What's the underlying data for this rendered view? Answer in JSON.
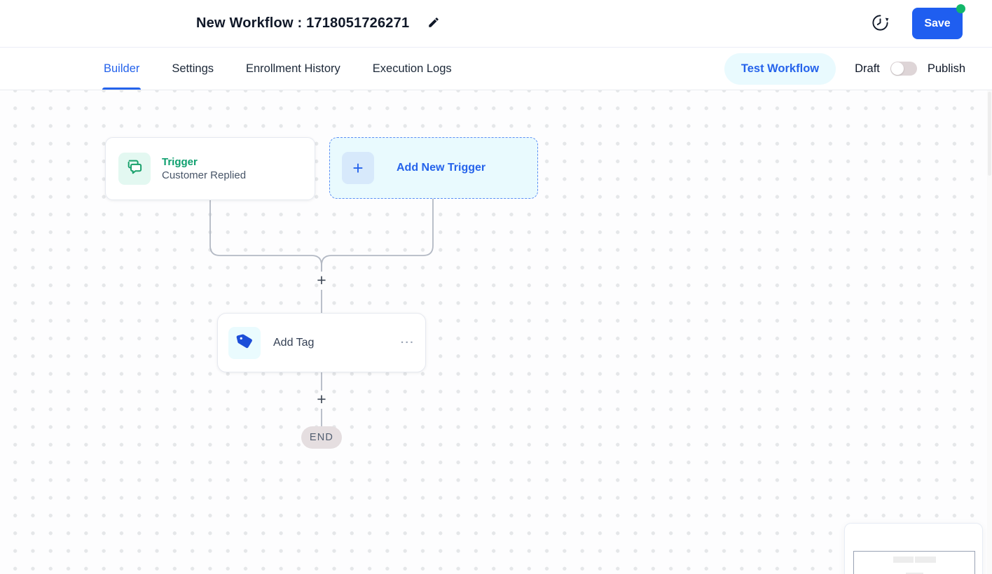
{
  "header": {
    "title": "New Workflow : 1718051726271",
    "save_label": "Save",
    "icons": [
      "pencil-icon",
      "clock-history-icon"
    ],
    "unsaved_dot_color": "#12b76a",
    "save_button_color": "#1f5ef0"
  },
  "tabs": {
    "items": [
      {
        "label": "Builder",
        "active": true
      },
      {
        "label": "Settings",
        "active": false
      },
      {
        "label": "Enrollment History",
        "active": false
      },
      {
        "label": "Execution Logs",
        "active": false
      }
    ],
    "active_color": "#2563eb",
    "test_workflow_label": "Test Workflow",
    "draft_label": "Draft",
    "publish_label": "Publish",
    "publish_toggle_state": "off"
  },
  "canvas": {
    "trigger_node": {
      "category": "Trigger",
      "name": "Customer Replied",
      "icon": "chat-bubbles-icon",
      "accent_color": "#0e9f6e"
    },
    "add_new_trigger": {
      "label": "Add New Trigger",
      "plus_symbol": "+",
      "accent_color": "#2563eb"
    },
    "action_node": {
      "label": "Add Tag",
      "icon": "tag-icon",
      "menu_symbol": "...",
      "icon_color": "#1d4ed8"
    },
    "plus_symbol": "+",
    "end_label": "END"
  }
}
